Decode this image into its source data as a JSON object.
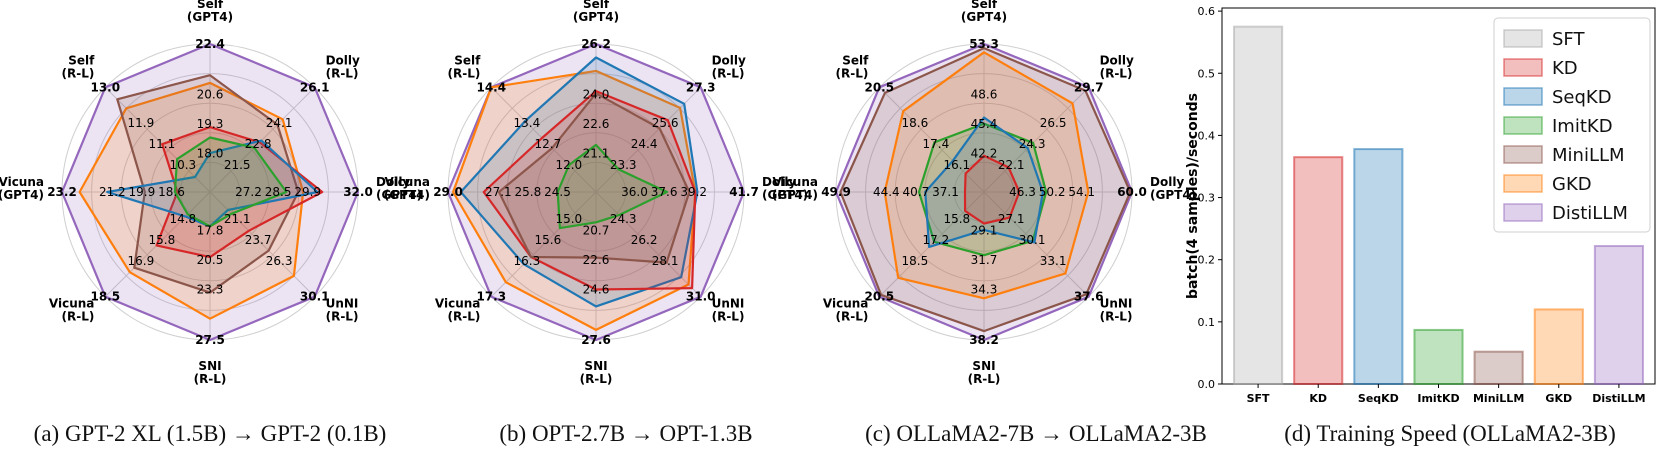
{
  "series": [
    {
      "name": "SFT",
      "color": "#a9a9a9"
    },
    {
      "name": "KD",
      "color": "#d62728"
    },
    {
      "name": "SeqKD",
      "color": "#1f77b4"
    },
    {
      "name": "ImitKD",
      "color": "#2ca02c"
    },
    {
      "name": "MiniLLM",
      "color": "#8c564b"
    },
    {
      "name": "GKD",
      "color": "#ff7f0e"
    },
    {
      "name": "DistiLLM",
      "color": "#9467bd"
    }
  ],
  "chart_data": [
    {
      "type": "radar",
      "caption": "(a) GPT-2 XL (1.5B) → GPT-2 (0.1B)",
      "axes": [
        {
          "label": [
            "Self",
            "(GPT4)"
          ],
          "ticks": [
            "18.0",
            "19.3",
            "20.6",
            "22.4"
          ],
          "min": 16.7,
          "max": 22.4
        },
        {
          "label": [
            "Dolly",
            "(R-L)"
          ],
          "ticks": [
            "21.5",
            "22.8",
            "24.1",
            "26.1"
          ],
          "min": 20.2,
          "max": 26.1
        },
        {
          "label": [
            "Dolly",
            "(GPT4)"
          ],
          "ticks": [
            "27.2",
            "28.5",
            "29.9",
            "32.0"
          ],
          "min": 25.8,
          "max": 32.0
        },
        {
          "label": [
            "UnNI",
            "(R-L)"
          ],
          "ticks": [
            "21.1",
            "23.7",
            "26.3",
            "30.1"
          ],
          "min": 18.5,
          "max": 30.1
        },
        {
          "label": [
            "SNI",
            "(R-L)"
          ],
          "ticks": [
            "17.8",
            "20.5",
            "23.3",
            "27.5"
          ],
          "min": 15.0,
          "max": 27.5
        },
        {
          "label": [
            "Vicuna",
            "(R-L)"
          ],
          "ticks": [
            "14.8",
            "15.8",
            "16.9",
            "18.5"
          ],
          "min": 13.8,
          "max": 18.5
        },
        {
          "label": [
            "Vicuna",
            "(GPT4)"
          ],
          "ticks": [
            "18.6",
            "19.9",
            "21.2",
            "23.2"
          ],
          "min": 17.3,
          "max": 23.2
        },
        {
          "label": [
            "Self",
            "(R-L)"
          ],
          "ticks": [
            "10.3",
            "11.1",
            "11.9",
            "13.0"
          ],
          "min": 9.5,
          "max": 13.0
        }
      ],
      "series_values": {
        "DistiLLM": [
          22.4,
          26.1,
          32.0,
          30.1,
          27.5,
          18.5,
          23.2,
          13.0
        ],
        "GKD": [
          20.9,
          24.3,
          29.7,
          27.8,
          25.7,
          17.4,
          22.5,
          12.3
        ],
        "MiniLLM": [
          21.2,
          24.0,
          29.5,
          25.0,
          23.5,
          17.2,
          19.9,
          12.6
        ],
        "KD": [
          19.2,
          23.0,
          30.5,
          22.8,
          20.5,
          16.2,
          18.6,
          11.1
        ],
        "SeqKD": [
          18.2,
          23.1,
          30.3,
          20.5,
          17.9,
          14.9,
          21.4,
          10.0
        ],
        "ImitKD": [
          18.8,
          22.7,
          29.0,
          20.9,
          17.9,
          14.8,
          18.7,
          10.6
        ]
      }
    },
    {
      "type": "radar",
      "caption": "(b) OPT-2.7B → OPT-1.3B",
      "axes": [
        {
          "label": [
            "Self",
            "(GPT4)"
          ],
          "ticks": [
            "21.1",
            "22.6",
            "24.0",
            "26.2"
          ],
          "min": 19.6,
          "max": 26.2
        },
        {
          "label": [
            "Dolly",
            "(R-L)"
          ],
          "ticks": [
            "23.3",
            "24.4",
            "25.6",
            "27.3"
          ],
          "min": 22.2,
          "max": 27.3
        },
        {
          "label": [
            "Dolly",
            "(GPT4)"
          ],
          "ticks": [
            "36.0",
            "37.6",
            "39.2",
            "41.7"
          ],
          "min": 34.4,
          "max": 41.7
        },
        {
          "label": [
            "UnNI",
            "(R-L)"
          ],
          "ticks": [
            "24.3",
            "26.2",
            "28.1",
            "31.0"
          ],
          "min": 22.4,
          "max": 31.0
        },
        {
          "label": [
            "SNI",
            "(R-L)"
          ],
          "ticks": [
            "20.7",
            "22.6",
            "24.6",
            "27.6"
          ],
          "min": 18.8,
          "max": 27.6
        },
        {
          "label": [
            "Vicuna",
            "(R-L)"
          ],
          "ticks": [
            "15.0",
            "15.6",
            "16.3",
            "17.3"
          ],
          "min": 14.4,
          "max": 17.3
        },
        {
          "label": [
            "Vicuna",
            "(GPT4)"
          ],
          "ticks": [
            "24.5",
            "25.8",
            "27.1",
            "29.0"
          ],
          "min": 23.2,
          "max": 29.0
        },
        {
          "label": [
            "Self",
            "(R-L)"
          ],
          "ticks": [
            "12.0",
            "12.7",
            "13.4",
            "14.4"
          ],
          "min": 11.3,
          "max": 14.4
        }
      ],
      "series_values": {
        "DistiLLM": [
          26.2,
          27.3,
          41.7,
          31.0,
          27.6,
          17.3,
          29.0,
          14.4
        ],
        "GKD": [
          25.0,
          26.3,
          39.3,
          30.0,
          27.0,
          16.9,
          28.8,
          14.4
        ],
        "SeqKD": [
          25.6,
          26.5,
          39.4,
          29.4,
          25.6,
          16.4,
          28.5,
          13.4
        ],
        "KD": [
          24.1,
          25.7,
          39.3,
          30.3,
          24.6,
          16.2,
          27.6,
          12.9
        ],
        "MiniLLM": [
          24.0,
          25.3,
          39.0,
          28.2,
          22.7,
          16.2,
          27.0,
          12.6
        ],
        "ImitKD": [
          21.7,
          23.3,
          37.9,
          24.3,
          20.6,
          15.4,
          24.7,
          12.1
        ]
      }
    },
    {
      "type": "radar",
      "caption": "(c) OLLaMA2-7B → OLLaMA2-3B",
      "axes": [
        {
          "label": [
            "Self",
            "(GPT4)"
          ],
          "ticks": [
            "42.2",
            "45.4",
            "48.6",
            "53.3"
          ],
          "min": 39.0,
          "max": 53.3
        },
        {
          "label": [
            "Dolly",
            "(R-L)"
          ],
          "ticks": [
            "22.1",
            "24.3",
            "26.5",
            "29.7"
          ],
          "min": 19.9,
          "max": 29.7
        },
        {
          "label": [
            "Dolly",
            "(GPT4)"
          ],
          "ticks": [
            "46.3",
            "50.2",
            "54.1",
            "60.0"
          ],
          "min": 42.4,
          "max": 60.0
        },
        {
          "label": [
            "UnNI",
            "(R-L)"
          ],
          "ticks": [
            "27.1",
            "30.1",
            "33.1",
            "37.6"
          ],
          "min": 24.1,
          "max": 37.6
        },
        {
          "label": [
            "SNI",
            "(R-L)"
          ],
          "ticks": [
            "29.1",
            "31.7",
            "34.3",
            "38.2"
          ],
          "min": 26.5,
          "max": 38.2
        },
        {
          "label": [
            "Vicuna",
            "(R-L)"
          ],
          "ticks": [
            "15.8",
            "17.2",
            "18.5",
            "20.5"
          ],
          "min": 14.4,
          "max": 20.5
        },
        {
          "label": [
            "Vicuna",
            "(GPT4)"
          ],
          "ticks": [
            "37.1",
            "40.7",
            "44.4",
            "49.9"
          ],
          "min": 33.5,
          "max": 49.9
        },
        {
          "label": [
            "Self",
            "(R-L)"
          ],
          "ticks": [
            "16.1",
            "17.4",
            "18.6",
            "20.5"
          ],
          "min": 14.8,
          "max": 20.5
        }
      ],
      "series_values": {
        "DistiLLM": [
          53.3,
          29.7,
          60.0,
          37.6,
          38.2,
          20.5,
          49.9,
          20.5
        ],
        "MiniLLM": [
          52.9,
          29.4,
          59.8,
          37.3,
          37.5,
          20.4,
          49.4,
          20.2
        ],
        "GKD": [
          52.5,
          28.2,
          54.8,
          34.6,
          34.9,
          19.4,
          44.5,
          19.2
        ],
        "ImitKD": [
          45.6,
          24.5,
          49.8,
          30.4,
          31.5,
          17.3,
          40.7,
          17.5
        ],
        "SeqKD": [
          46.2,
          24.0,
          49.4,
          30.6,
          29.5,
          17.6,
          40.0,
          16.5
        ],
        "KD": [
          42.5,
          22.2,
          46.6,
          27.4,
          29.0,
          15.5,
          35.6,
          15.8
        ]
      }
    },
    {
      "type": "bar",
      "caption": "(d) Training Speed (OLLaMA2-3B)",
      "categories": [
        "SFT",
        "KD",
        "SeqKD",
        "ImitKD",
        "MiniLLM",
        "GKD",
        "DistiLLM"
      ],
      "values": [
        0.575,
        0.365,
        0.378,
        0.087,
        0.052,
        0.12,
        0.222
      ],
      "ylabel": "batch(4 samples)/seconds",
      "ylim": [
        0,
        0.605
      ],
      "yticks": [
        "0.0",
        "0.1",
        "0.2",
        "0.3",
        "0.4",
        "0.5",
        "0.6"
      ],
      "legend": "top-right"
    }
  ]
}
